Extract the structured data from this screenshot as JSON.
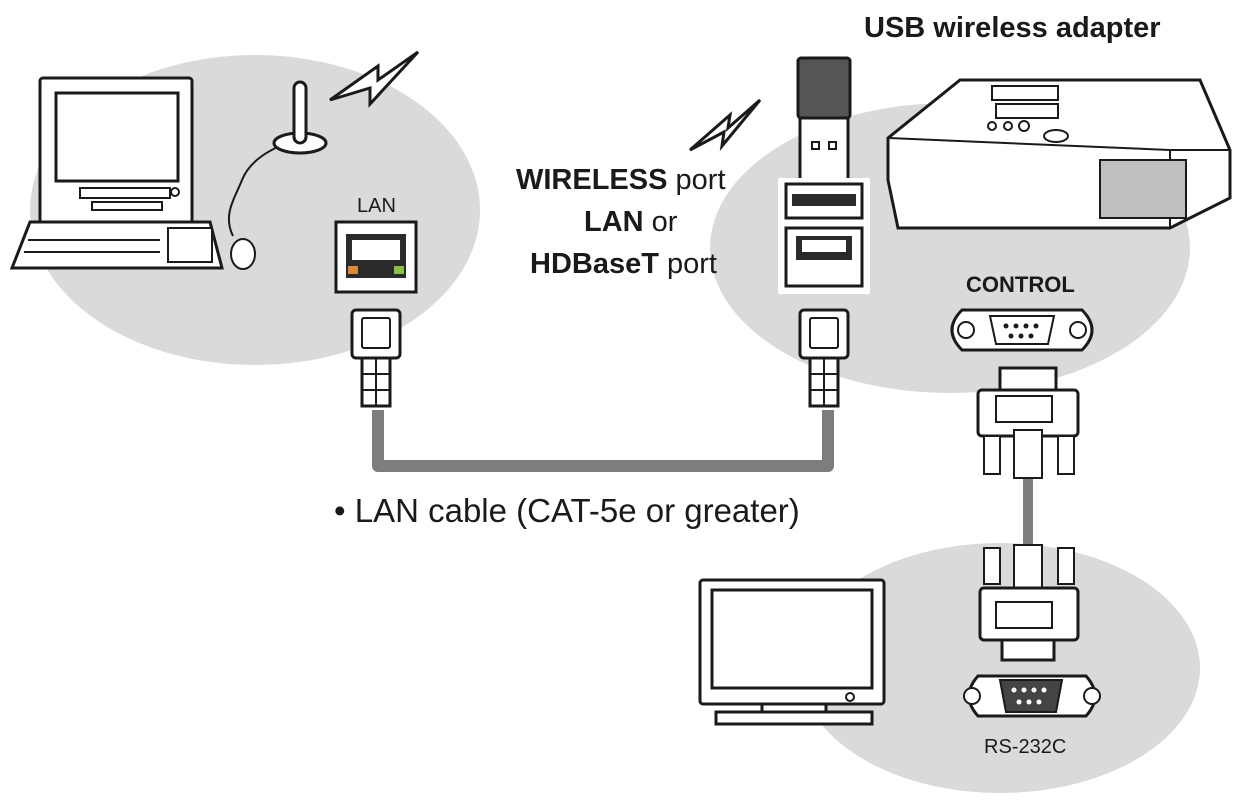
{
  "labels": {
    "usb_adapter": "USB wireless adapter",
    "wireless_port_bold": "WIRELESS",
    "wireless_port_rest": " port",
    "lan_bold": "LAN",
    "lan_rest": " or",
    "hdbaset_bold": "HDBaseT",
    "hdbaset_rest": " port",
    "lan_jack": "LAN",
    "control": "CONTROL",
    "rs232c": "RS-232C",
    "lan_cable": "• LAN cable (CAT-5e or greater)"
  },
  "icons": [
    "computer-icon",
    "wireless-antenna-icon",
    "lightning-icon",
    "lan-jack-icon",
    "rj45-plug-icon",
    "usb-adapter-icon",
    "projector-icon",
    "db9-port-icon",
    "db9-connector-icon",
    "monitor-icon"
  ],
  "colors": {
    "blob": "#d9d9d9",
    "outline": "#1a1a1a",
    "cable": "#7a7a7a",
    "port_orange": "#d8893a",
    "port_green": "#8bbf4a",
    "dongle": "#555555"
  }
}
